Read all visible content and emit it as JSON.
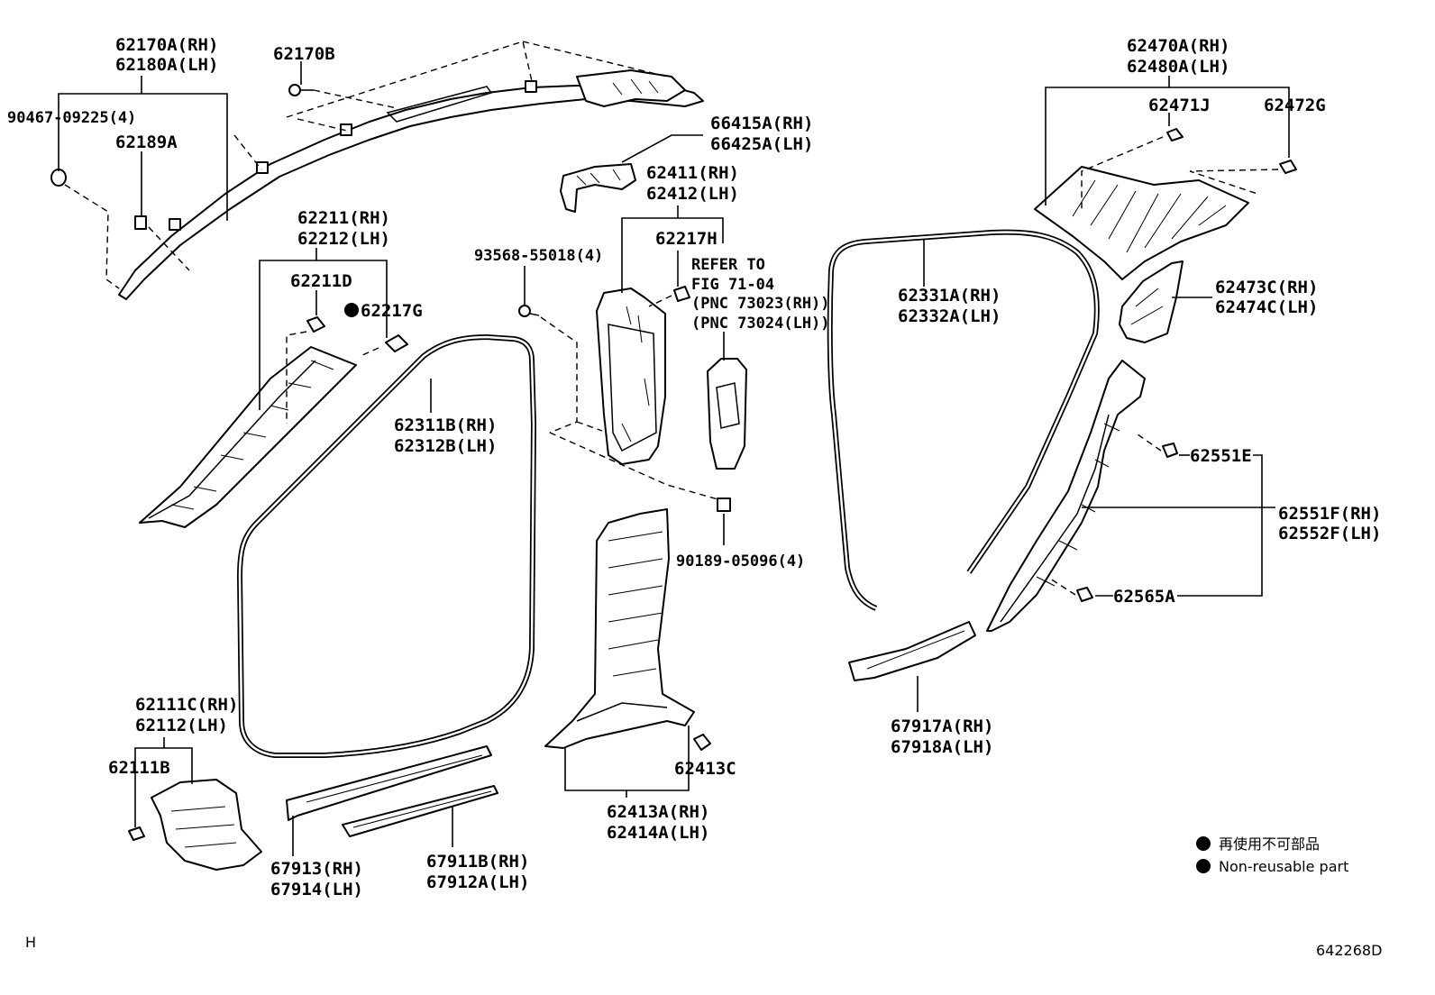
{
  "diagram": {
    "labels": {
      "l62170A": "62170A(RH)",
      "l62180A": "62180A(LH)",
      "l62170B": "62170B",
      "l90467": "90467-09225(4)",
      "l62189A": "62189A",
      "l66415A": "66415A(RH)",
      "l66425A": "66425A(LH)",
      "l62411": "62411(RH)",
      "l62412": "62412(LH)",
      "l62217H": "62217H",
      "l62211": "62211(RH)",
      "l62212": "62212(LH)",
      "l62211D": "62211D",
      "l62217G": "62217G",
      "l93568": "93568-55018(4)",
      "lRefer1": "REFER TO",
      "lRefer2": "FIG 71-04",
      "lRefer3": "(PNC 73023(RH))",
      "lRefer4": "(PNC 73024(LH))",
      "l62311B": "62311B(RH)",
      "l62312B": "62312B(LH)",
      "l62331A": "62331A(RH)",
      "l62332A": "62332A(LH)",
      "l62470A": "62470A(RH)",
      "l62480A": "62480A(LH)",
      "l62471J": "62471J",
      "l62472G": "62472G",
      "l62473C": "62473C(RH)",
      "l62474C": "62474C(LH)",
      "l62551E": "62551E",
      "l62551F": "62551F(RH)",
      "l62552F": "62552F(LH)",
      "l62565A": "62565A",
      "l90189": "90189-05096(4)",
      "l62111C": "62111C(RH)",
      "l62112": "62112(LH)",
      "l62111B": "62111B",
      "l62413C": "62413C",
      "l62413A": "62413A(RH)",
      "l62414A": "62414A(LH)",
      "l67913": "67913(RH)",
      "l67914": "67914(LH)",
      "l67911B": "67911B(RH)",
      "l67912A": "67912A(LH)",
      "l67917A": "67917A(RH)",
      "l67918A": "67918A(LH)"
    },
    "legend": {
      "line1": "再使用不可部品",
      "line2": "Non-reusable part"
    },
    "corner_left": "H",
    "corner_right": "642268D"
  }
}
